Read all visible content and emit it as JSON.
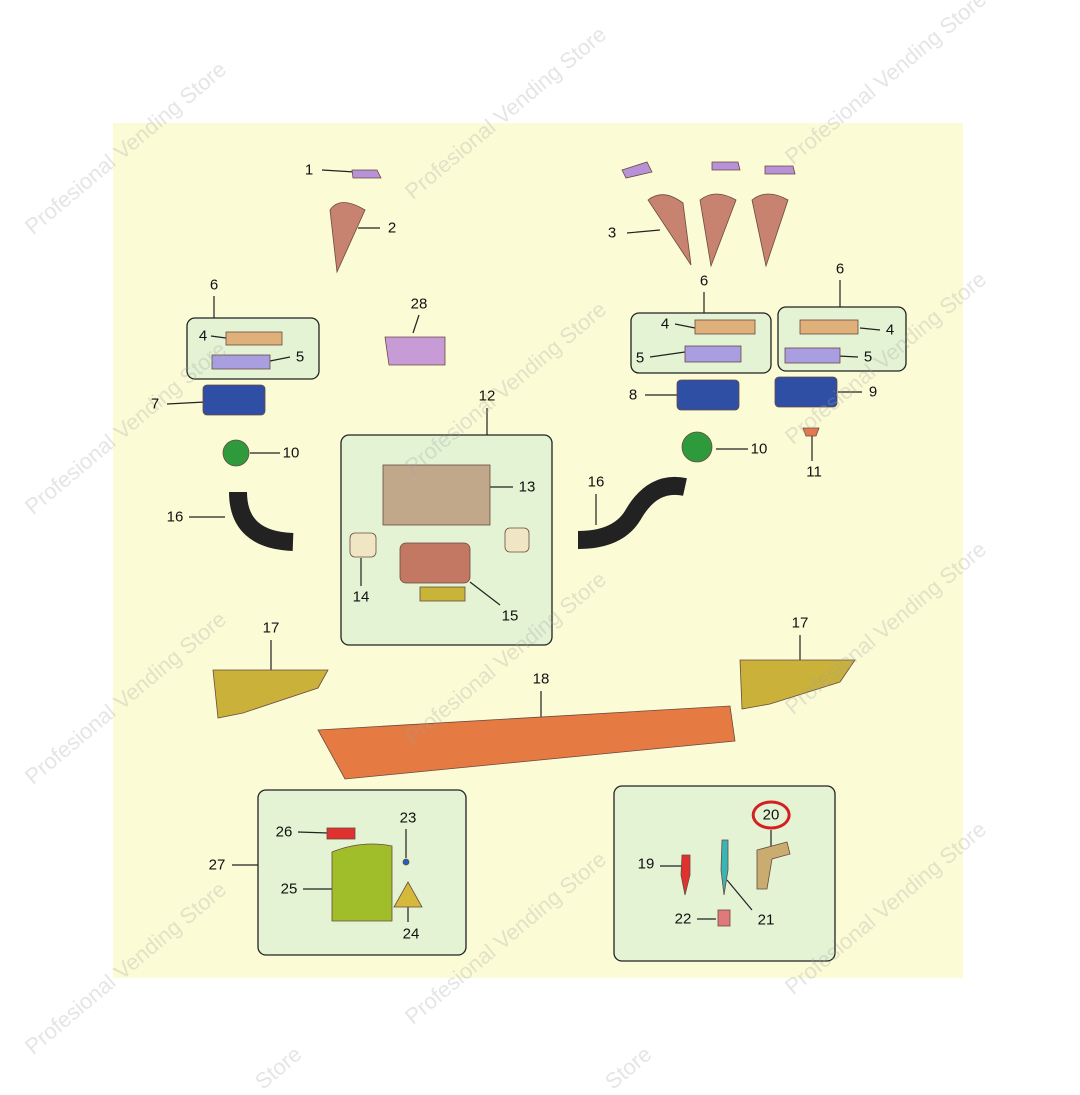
{
  "watermark": "Profesional Vending Store",
  "watermark_short": "Store",
  "highlight_color": "#d42020",
  "labels": {
    "p1": "1",
    "p2": "2",
    "p3": "3",
    "p6a": "6",
    "p4a": "4",
    "p5a": "5",
    "p7": "7",
    "p10a": "10",
    "p16a": "16",
    "p28": "28",
    "p12": "12",
    "p13": "13",
    "p14": "14",
    "p15": "15",
    "p6b": "6",
    "p4b": "4",
    "p5b": "5",
    "p8": "8",
    "p6c": "6",
    "p4c": "4",
    "p5c": "5",
    "p9": "9",
    "p10b": "10",
    "p11": "11",
    "p16b": "16",
    "p17a": "17",
    "p17b": "17",
    "p18": "18",
    "p23": "23",
    "p26": "26",
    "p27": "27",
    "p25": "25",
    "p24": "24",
    "p20": "20",
    "p19": "19",
    "p22": "22",
    "p21": "21"
  }
}
